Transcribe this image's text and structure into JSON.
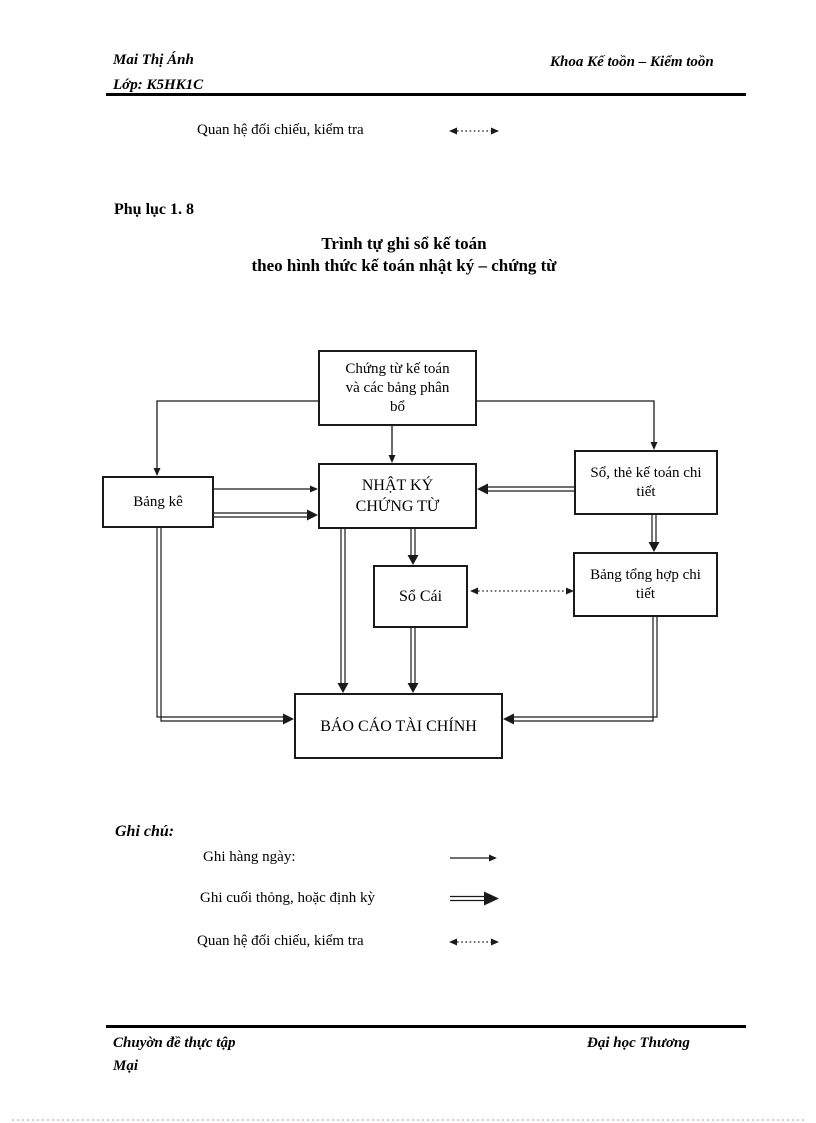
{
  "header": {
    "author": "Mai Thị Ánh",
    "class_line": "Lớp: K5HK1C",
    "department": "Khoa Kế toồn – Kiểm toồn"
  },
  "top_note": {
    "label": "Quan hệ đối chiếu, kiểm tra"
  },
  "appendix": {
    "label": "Phụ lục 1. 8"
  },
  "title": {
    "line1": "Trình tự ghi sổ kế toán",
    "line2": "theo hình thức kế toán nhật ký – chứng từ"
  },
  "flowchart": {
    "boxes": {
      "chung_tu": "Chứng từ kế toán và các bảng phân bổ",
      "bang_ke": "Bảng kê",
      "nhat_ky": "NHẬT KÝ CHỨNG TỪ",
      "so_the": "Sổ, thẻ kế toán chi tiết",
      "so_cai": "Sổ Cái",
      "bang_tong_hop": "Bảng tổng hợp chi tiết",
      "bao_cao": "BÁO CÁO TÀI CHÍNH"
    }
  },
  "legend": {
    "heading": "Ghi chú:",
    "items": [
      {
        "label": "Ghi hàng ngày:",
        "arrow": "solid-single"
      },
      {
        "label": "Ghi cuối thỏng, hoặc định kỳ",
        "arrow": "solid-double"
      },
      {
        "label": "Quan hệ đối chiếu, kiểm tra",
        "arrow": "dashed-double-headed"
      }
    ]
  },
  "footer": {
    "left_line1": "Chuyờn đề thực tập",
    "left_line2": "Mại",
    "right": "Đại học Thương"
  },
  "colors": {
    "ink": "#1a1a1a",
    "page_break_marker": "#f2bede"
  }
}
